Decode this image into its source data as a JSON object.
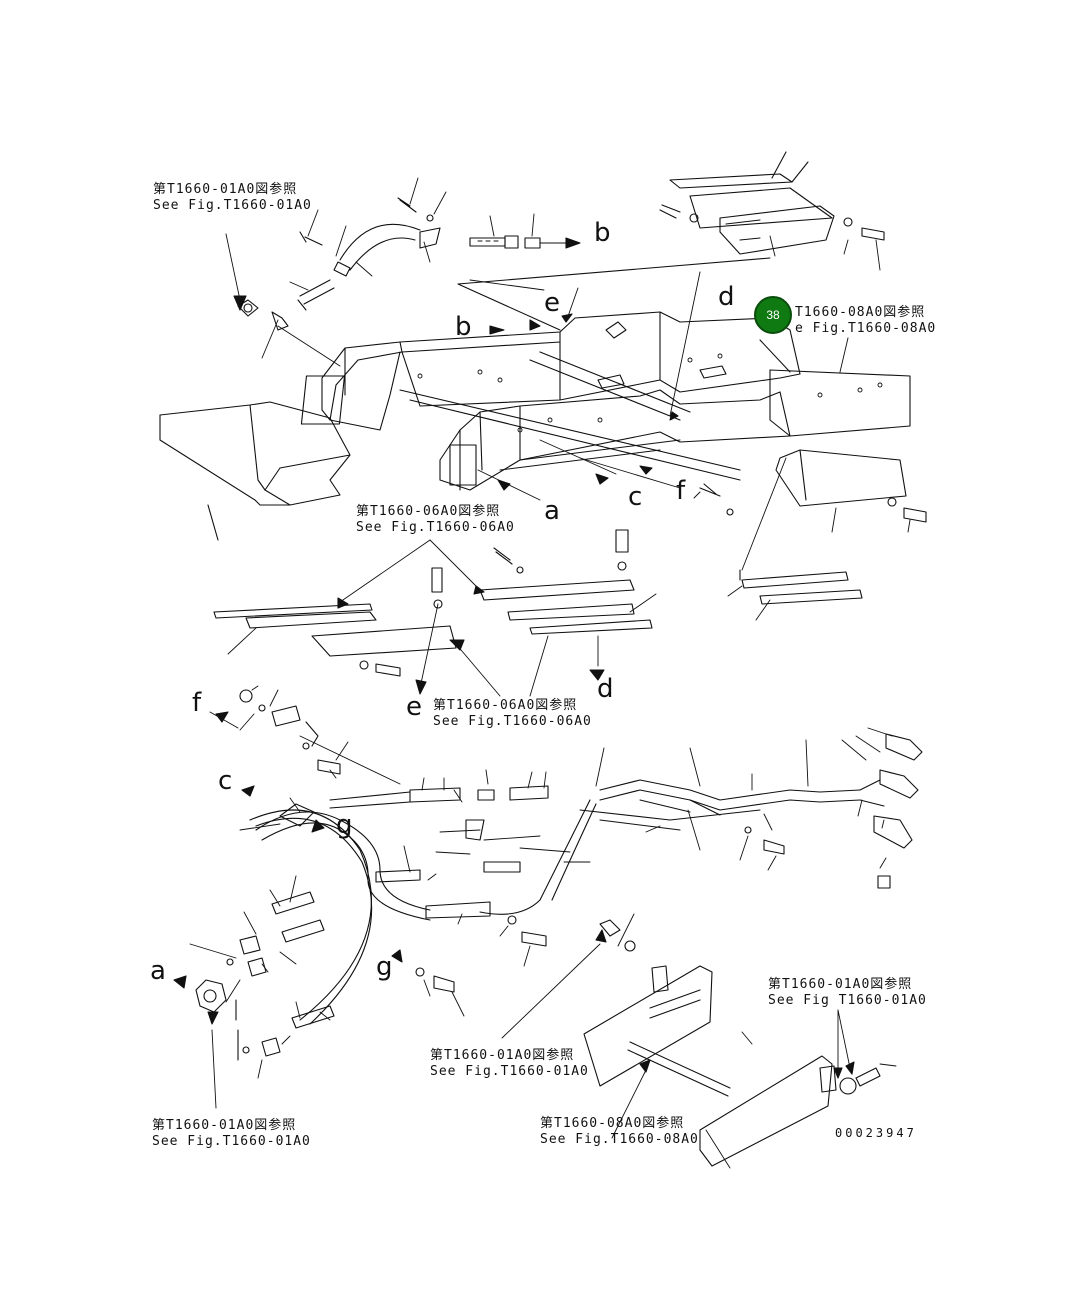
{
  "callout": {
    "number": "38",
    "color": "#0f7a12"
  },
  "refs": [
    {
      "id": "ref-01a0-top-left",
      "jp": "第T1660-01A0図参照",
      "en": "See Fig.T1660-01A0"
    },
    {
      "id": "ref-08a0-top-right",
      "jp": "T1660-08A0図参照",
      "en": "e Fig.T1660-08A0"
    },
    {
      "id": "ref-06a0-middle",
      "jp": "第T1660-06A0図参照",
      "en": "See Fig.T1660-06A0"
    },
    {
      "id": "ref-06a0-lower",
      "jp": "第T1660-06A0図参照",
      "en": "See Fig.T1660-06A0"
    },
    {
      "id": "ref-01a0-bottom-right",
      "jp": "第T1660-01A0図参照",
      "en": "See Fig T1660-01A0"
    },
    {
      "id": "ref-01a0-bottom-center",
      "jp": "第T1660-01A0図参照",
      "en": "See Fig.T1660-01A0"
    },
    {
      "id": "ref-08a0-bottom",
      "jp": "第T1660-08A0図参照",
      "en": "See Fig.T1660-08A0"
    },
    {
      "id": "ref-01a0-bottom-left",
      "jp": "第T1660-01A0図参照",
      "en": "See Fig.T1660-01A0"
    }
  ],
  "letters": {
    "b1": "b",
    "b2": "b",
    "d1": "d",
    "e1": "e",
    "a1": "a",
    "c1": "c",
    "f1": "f",
    "f2": "f",
    "e2": "e",
    "d2": "d",
    "c2": "c",
    "g1": "g",
    "a2": "a",
    "g2": "g"
  },
  "doc_number": "00023947"
}
